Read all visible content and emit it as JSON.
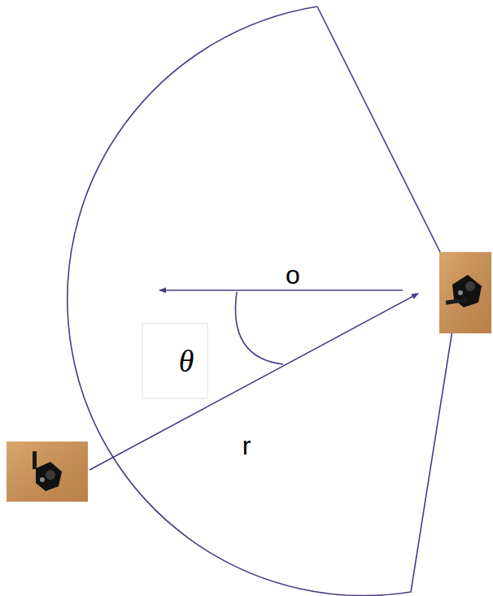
{
  "diagram": {
    "labels": [
      "o",
      "θ",
      "r"
    ]
  }
}
